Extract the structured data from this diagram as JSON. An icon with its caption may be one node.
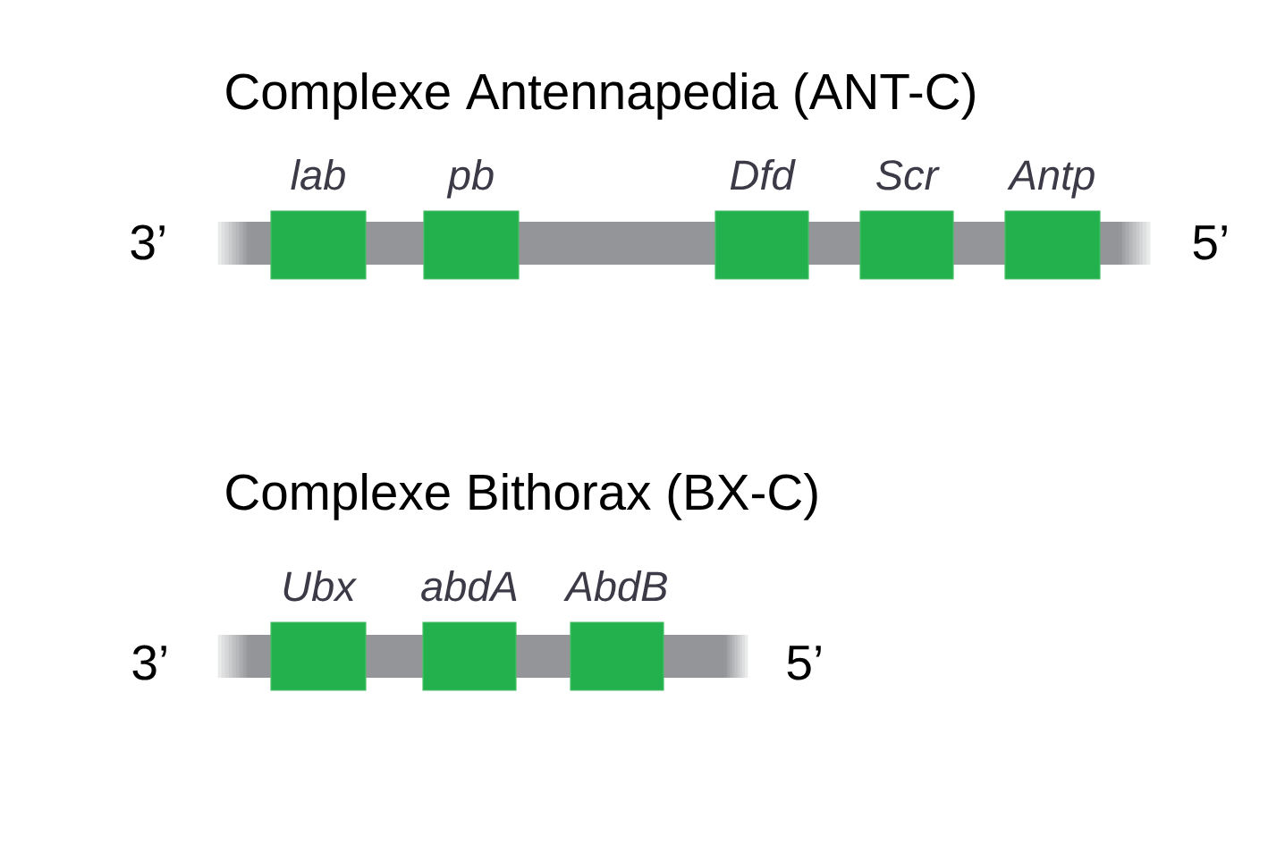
{
  "diagram": {
    "nodes": [
      {
        "text": [
          "Complexe Antennapedia (ANT-C)"
        ],
        "beside": [
          "3’",
          "5’"
        ]
      },
      {
        "text": [
          "lab"
        ]
      },
      {
        "text": [
          "pb"
        ]
      },
      {
        "text": [
          "Dfd"
        ]
      },
      {
        "text": [
          "Scr"
        ]
      },
      {
        "text": [
          "Antp"
        ]
      },
      {
        "text": [
          "Complexe Bithorax (BX-C)"
        ],
        "beside": [
          "3’",
          "5’"
        ]
      },
      {
        "text": [
          "Ubx"
        ]
      },
      {
        "text": [
          "abdA"
        ]
      },
      {
        "text": [
          "AbdB"
        ]
      }
    ]
  }
}
